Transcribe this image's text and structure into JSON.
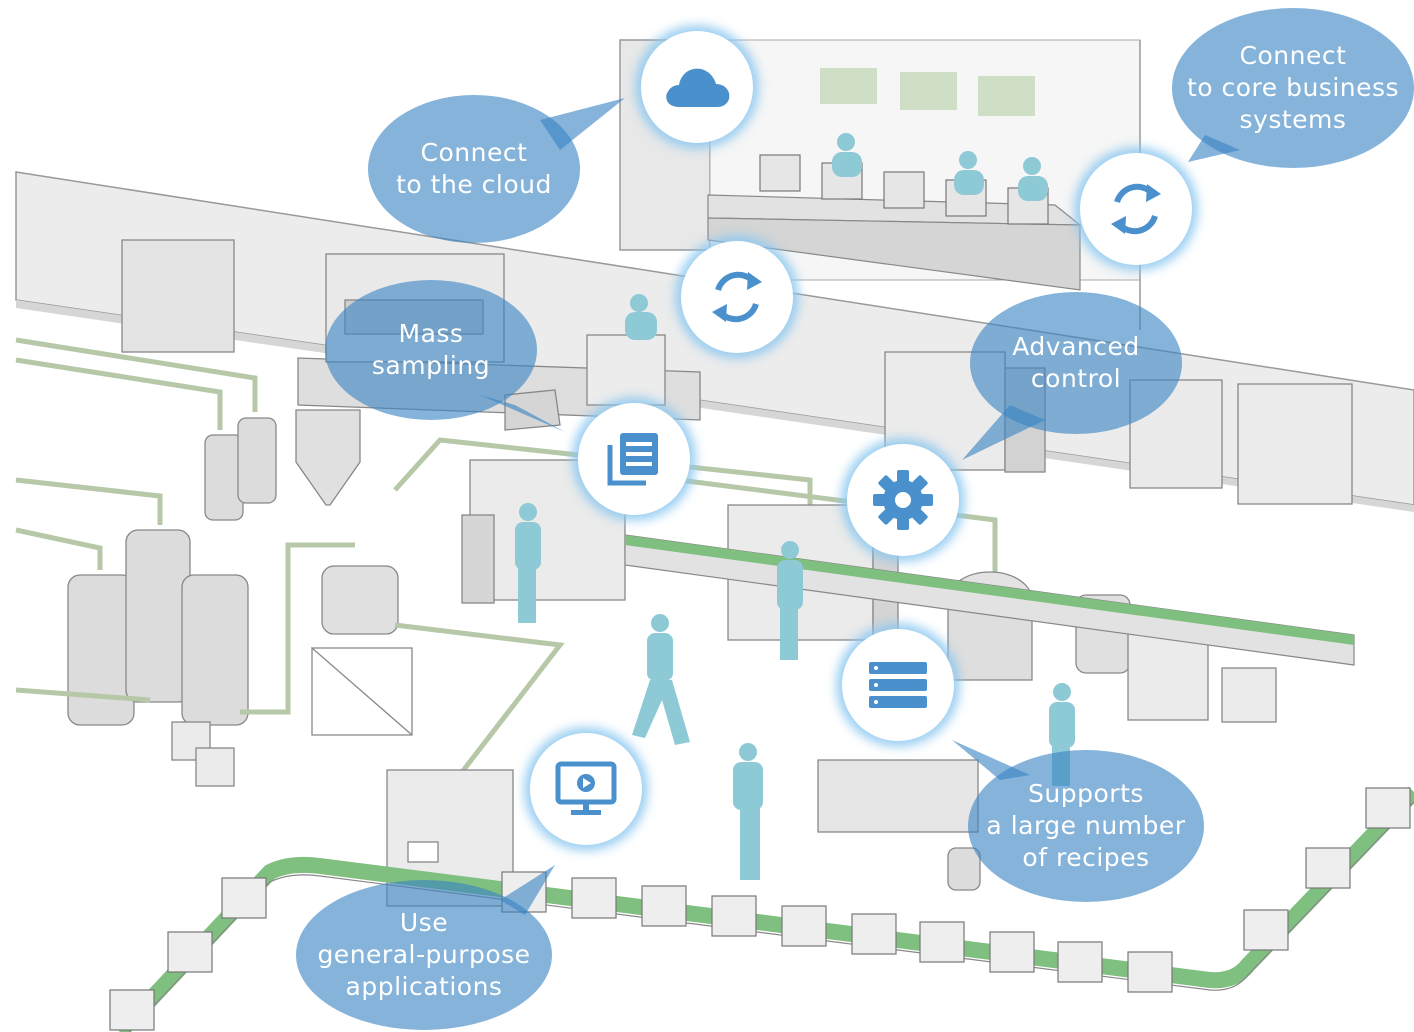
{
  "colors": {
    "bubble": "#3a84c4",
    "icon": "#4a90cc",
    "conveyor_green": "#7fbf7f",
    "worker": "#8ec9d6",
    "machine_light": "#ededed",
    "machine_mid": "#d4d4d4",
    "screen_green": "#cfdfc6"
  },
  "callouts": {
    "cloud": "Connect\nto the cloud",
    "core_business": "Connect\nto core business\nsystems",
    "mass_sampling": "Mass\nsampling",
    "advanced_control": "Advanced\ncontrol",
    "recipes": "Supports\na large number\nof recipes",
    "applications": "Use\ngeneral-purpose\napplications"
  },
  "icons": {
    "cloud": "cloud-icon",
    "sync_top": "sync-icon",
    "sync_middle": "sync-icon",
    "documents": "documents-icon",
    "gear": "gear-icon",
    "database": "database-icon",
    "monitor": "monitor-play-icon"
  }
}
